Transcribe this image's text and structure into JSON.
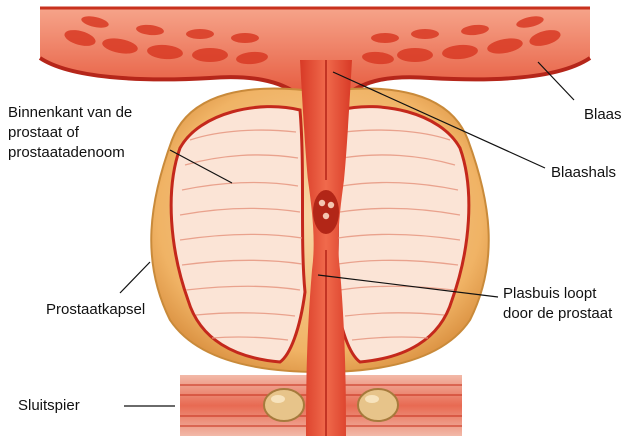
{
  "labels": {
    "inner": "Binnenkant van de\nprostaat of\nprostaatadenoom",
    "bladder": "Blaas",
    "bladder_neck": "Blaashals",
    "capsule": "Prostaatkapsel",
    "urethra": "Plasbuis loopt\ndoor de prostaat",
    "sphincter": "Sluitspier"
  },
  "colors": {
    "tissue_red": "#e8503a",
    "tissue_dark": "#c4281c",
    "capsule_tan": "#f1b467",
    "gland_light": "#fbe4d6",
    "leader_line": "#111111"
  }
}
